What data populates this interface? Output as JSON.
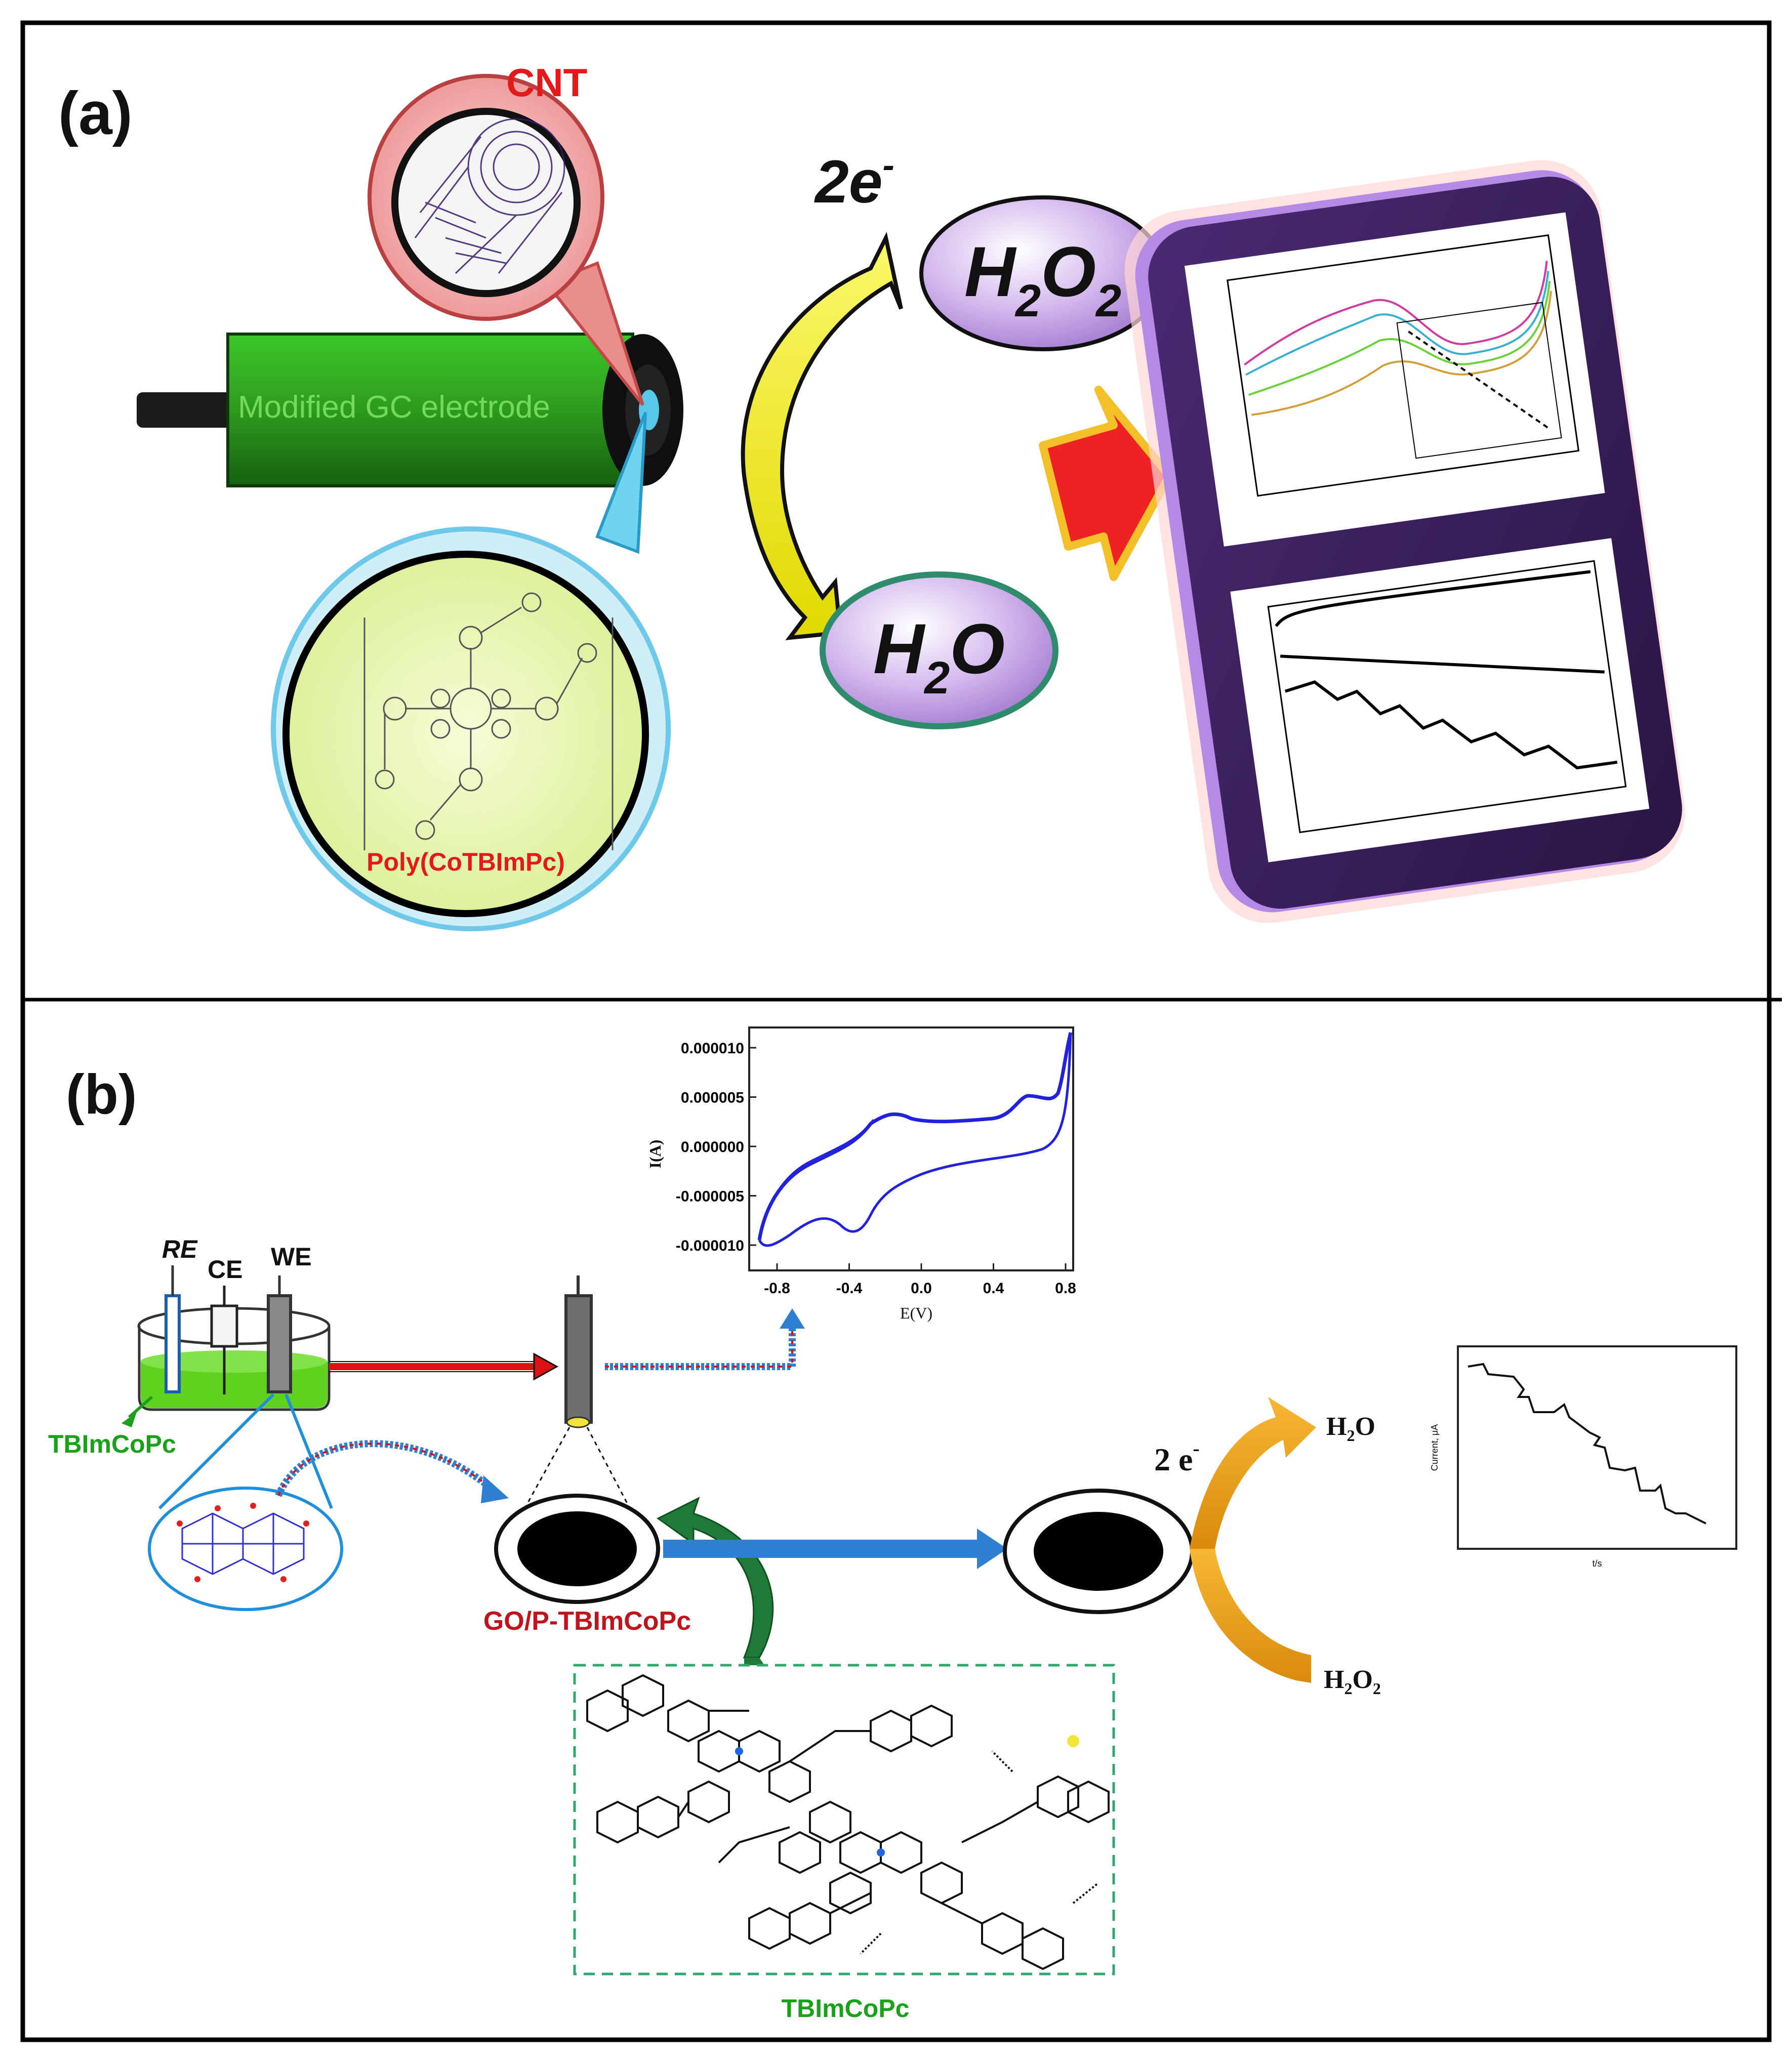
{
  "panel_a": {
    "label": "(a)",
    "cnt_label": "CNT",
    "electrode_label": "Modified GC electrode",
    "polymer_label": "Poly(CoTBImPc)",
    "electron_label": "2e",
    "electron_sup": "-",
    "product_top": "H2O2",
    "product_bottom": "H2O",
    "colors": {
      "electrode": "#2e9a1e",
      "cnt_bubble": "#f2a0a0",
      "polymer_bubble": "#e8f5b8",
      "product_bubble": "#c6a7e4",
      "h2o_border": "#2e8b6e",
      "arrow_yellow": "#f2ee3a",
      "arrow_red": "#ee2222",
      "device": "#3a1f5c"
    }
  },
  "panel_b": {
    "label": "(b)",
    "electrodes": {
      "re": "RE",
      "ce": "CE",
      "we": "WE"
    },
    "solution_label": "TBImCoPc",
    "composite_label": "GO/P-TBImCoPc",
    "molecule_caption": "TBImCoPc",
    "electron_label": "2 e",
    "electron_sup": "-",
    "product_top": "H2O",
    "product_bottom": "H2O2",
    "cv_plot": {
      "y_axis_label": "I(A)",
      "x_axis_label": "E(V)",
      "y_ticks": [
        "0.000010",
        "0.000005",
        "0.000000",
        "-0.000005",
        "-0.000010"
      ],
      "x_ticks": [
        "-0.8",
        "-0.4",
        "0.0",
        "0.4",
        "0.8"
      ]
    },
    "amperometry_plot": {
      "y_axis_label": "Current, μA",
      "x_axis_label": "t/s"
    },
    "colors": {
      "solution": "#5fd11e",
      "red_arrow": "#dd1111",
      "blue_arrow": "#2f7fd1",
      "green_arrow": "#1f7a3a",
      "orange_arrow": "#f0a020",
      "dashed_box": "#2aaa6a",
      "composite_text": "#c0141c",
      "green_text": "#1aa01a",
      "cv_line": "#2222dd"
    }
  }
}
